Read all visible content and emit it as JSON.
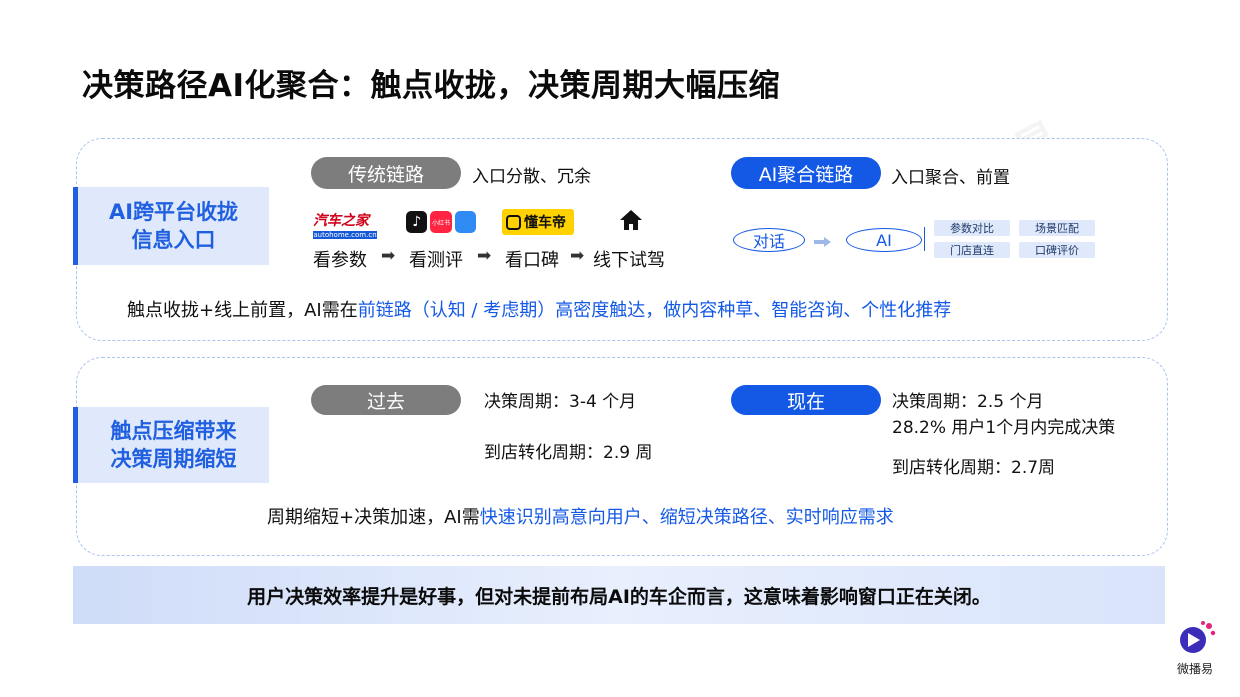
{
  "title": "决策路径AI化聚合：触点收拢，决策周期大幅压缩",
  "watermark": "微播易",
  "section1": {
    "side_label_line1": "AI跨平台收拢",
    "side_label_line2": "信息入口",
    "traditional": {
      "pill": "传统链路",
      "desc": "入口分散、冗余",
      "logos": {
        "autohome_top": "汽车之家",
        "autohome_bottom": "autohome.com.cn",
        "xiaohongshu": "小红书",
        "dongchedi": "懂车帝"
      },
      "steps": [
        "看参数",
        "看测评",
        "看口碑",
        "线下试驾"
      ]
    },
    "ai": {
      "pill": "AI聚合链路",
      "desc": "入口聚合、前置",
      "flow_start": "对话",
      "flow_end": "AI",
      "tags": [
        "参数对比",
        "场景匹配",
        "门店直连",
        "口碑评价"
      ]
    },
    "summary_prefix": "触点收拢+线上前置，AI需在",
    "summary_highlight": "前链路（认知 / 考虑期）高密度触达，做内容种草、智能咨询、个性化推荐"
  },
  "section2": {
    "side_label_line1": "触点压缩带来",
    "side_label_line2": "决策周期缩短",
    "past": {
      "pill": "过去",
      "line1": "决策周期：3-4 个月",
      "line2": "到店转化周期：2.9 周"
    },
    "now": {
      "pill": "现在",
      "line1": "决策周期：2.5 个月",
      "line2": "28.2% 用户1个月内完成决策",
      "line3": "到店转化周期：2.7周"
    },
    "summary_prefix": "周期缩短+决策加速，AI需",
    "summary_highlight": "快速识别高意向用户、缩短决策路径、实时响应需求"
  },
  "banner": "用户决策效率提升是好事，但对未提前布局AI的车企而言，这意味着影响窗口正在关闭。",
  "brand_label": "微播易",
  "colors": {
    "accent": "#1459e6",
    "gray_pill": "#7d7d7d",
    "label_bg": "#dfe9fb",
    "panel_border": "#a9c4ef"
  }
}
